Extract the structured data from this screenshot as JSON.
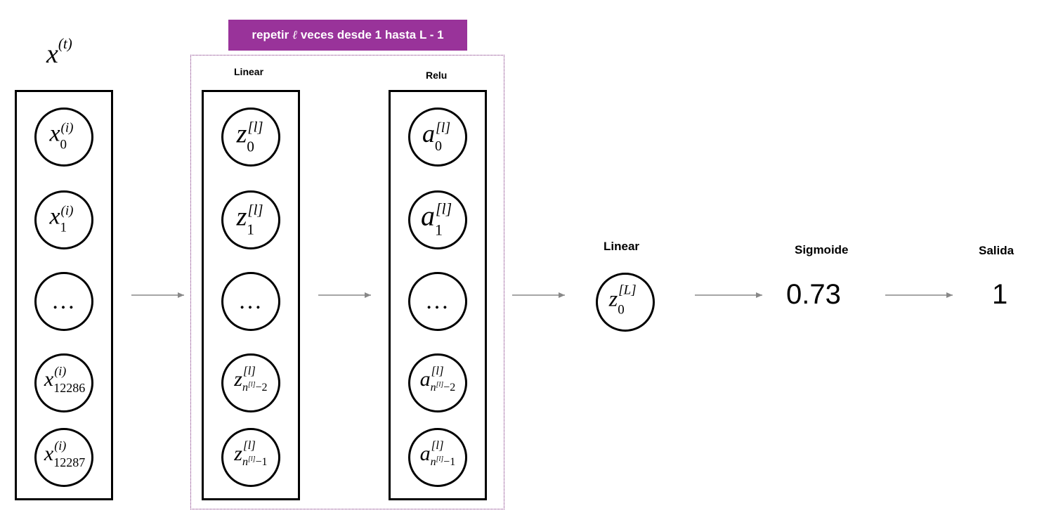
{
  "banner": {
    "prefix": "repetir ",
    "ell": "ℓ",
    "suffix": " veces desde 1 hasta L - 1",
    "color": "#99339a"
  },
  "input_column": {
    "title_base": "x",
    "title_sup": "(t)",
    "nodes": [
      {
        "base": "x",
        "sup": "(i)",
        "sub": "0"
      },
      {
        "base": "x",
        "sup": "(i)",
        "sub": "1"
      },
      {
        "ellipsis": "…"
      },
      {
        "base": "x",
        "sup": "(i)",
        "sub": "12286"
      },
      {
        "base": "x",
        "sup": "(i)",
        "sub": "12287"
      }
    ]
  },
  "linear_column": {
    "label": "Linear",
    "nodes": [
      {
        "base": "z",
        "sup": "[l]",
        "sub": "0"
      },
      {
        "base": "z",
        "sup": "[l]",
        "sub": "1"
      },
      {
        "ellipsis": "…"
      },
      {
        "base": "z",
        "sup": "[l]",
        "sub_n": "n",
        "sub_nsup": "[l]",
        "sub_rest": "−2"
      },
      {
        "base": "z",
        "sup": "[l]",
        "sub_n": "n",
        "sub_nsup": "[l]",
        "sub_rest": "−1"
      }
    ]
  },
  "relu_column": {
    "label": "Relu",
    "nodes": [
      {
        "base": "a",
        "sup": "[l]",
        "sub": "0"
      },
      {
        "base": "a",
        "sup": "[l]",
        "sub": "1"
      },
      {
        "ellipsis": "…"
      },
      {
        "base": "a",
        "sup": "[l]",
        "sub_n": "n",
        "sub_nsup": "[l]",
        "sub_rest": "−2"
      },
      {
        "base": "a",
        "sup": "[l]",
        "sub_n": "n",
        "sub_nsup": "[l]",
        "sub_rest": "−1"
      }
    ]
  },
  "final_linear": {
    "label": "Linear",
    "base": "z",
    "sup": "[L]",
    "sub": "0"
  },
  "sigmoid": {
    "label": "Sigmoide",
    "value": "0.73"
  },
  "output": {
    "label": "Salida",
    "value": "1"
  },
  "arrow_color": "#888888"
}
